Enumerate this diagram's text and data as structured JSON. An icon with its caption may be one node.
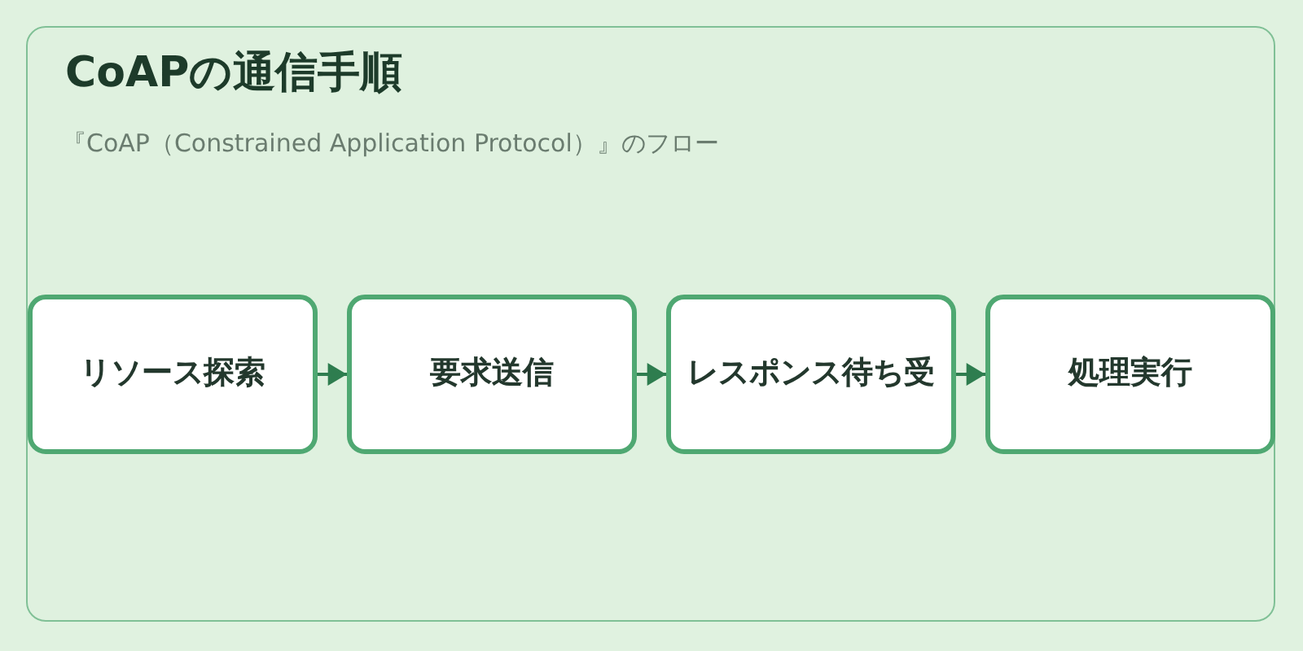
{
  "diagram": {
    "title": "CoAPの通信手順",
    "caption": "『CoAP（Constrained Application Protocol）』のフロー",
    "nodes": [
      {
        "text": [
          "リソース探索"
        ]
      },
      {
        "text": [
          "要求送信"
        ]
      },
      {
        "text": [
          "レスポンス待ち受"
        ]
      },
      {
        "text": [
          "処理実行"
        ]
      }
    ],
    "edges": [
      {
        "from": 0,
        "to": 1,
        "arrow": "to"
      },
      {
        "from": 1,
        "to": 2,
        "arrow": "to"
      },
      {
        "from": 2,
        "to": 3,
        "arrow": "to"
      }
    ]
  }
}
